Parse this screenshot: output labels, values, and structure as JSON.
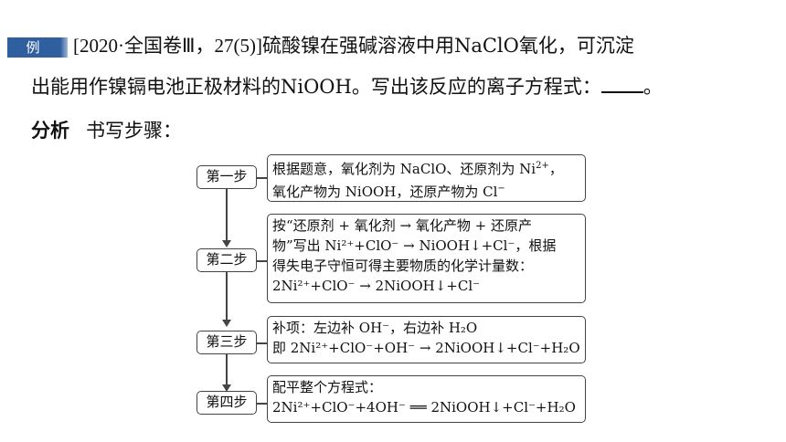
{
  "badge": "例",
  "question": {
    "source": "[2020·全国卷Ⅲ，27(5)]",
    "line1": "硫酸镍在强碱溶液中用NaClO氧化，可沉淀",
    "line2_a": "出能用作镍镉电池正极材料的NiOOH。写出该反应的离子方程式：",
    "line2_b": "。"
  },
  "analysis": {
    "label": "分析",
    "text": "书写步骤："
  },
  "steps": [
    {
      "label": "第一步"
    },
    {
      "label": "第二步"
    },
    {
      "label": "第三步"
    },
    {
      "label": "第四步"
    }
  ],
  "boxes": {
    "s1": {
      "a": "根据题意，氧化剂为 NaClO、还原剂为 Ni",
      "b": "2+",
      "c": "，",
      "d": "氧化产物为 NiOOH，还原产物为 Cl",
      "e": "−"
    },
    "s2": {
      "l1": "按“还原剂 + 氧化剂 → 氧化产物 + 还原产",
      "l2": "物”写出 Ni²⁺+ClO⁻ → NiOOH↓+Cl⁻，根据",
      "l3": "得失电子守恒可得主要物质的化学计量数：",
      "l4": "2Ni²⁺+ClO⁻ → 2NiOOH↓+Cl⁻"
    },
    "s3": {
      "l1": "补项：左边补 OH⁻，右边补 H₂O",
      "l2": "即 2Ni²⁺+ClO⁻+OH⁻ → 2NiOOH↓+Cl⁻+H₂O"
    },
    "s4": {
      "l1": "配平整个方程式：",
      "l2": "2Ni²⁺+ClO⁻+4OH⁻ ══ 2NiOOH↓+Cl⁻+H₂O"
    }
  }
}
